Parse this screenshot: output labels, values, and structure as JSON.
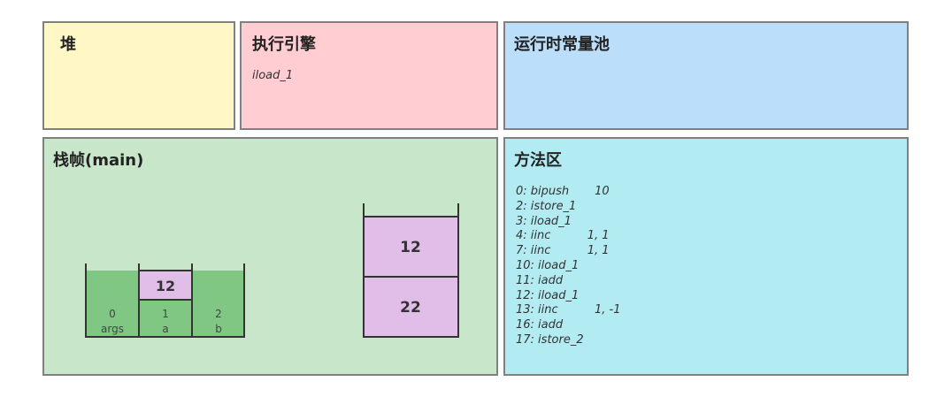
{
  "panels": {
    "heap": {
      "title": "堆"
    },
    "engine": {
      "title": "执行引擎",
      "current_instruction": "iload_1"
    },
    "pool": {
      "title": "运行时常量池"
    },
    "frame": {
      "title": "栈帧(main)"
    },
    "method": {
      "title": "方法区"
    }
  },
  "colors": {
    "heap": "#fff8c6",
    "engine": "#ffcdd2",
    "pool": "#bbdefb",
    "frame": "#c8e6c9",
    "method": "#b2ebf2",
    "local_slot": "#81c784",
    "value_box": "#e1bee7"
  },
  "local_variables": [
    {
      "index": "0",
      "name": "args",
      "value": ""
    },
    {
      "index": "1",
      "name": "a",
      "value": "12"
    },
    {
      "index": "2",
      "name": "b",
      "value": ""
    }
  ],
  "operand_stack": [
    "12",
    "22"
  ],
  "bytecode": [
    "0: bipush       10",
    "2: istore_1",
    "3: iload_1",
    "4: iinc          1, 1",
    "7: iinc          1, 1",
    "10: iload_1",
    "11: iadd",
    "12: iload_1",
    "13: iinc          1, -1",
    "16: iadd",
    "17: istore_2"
  ]
}
